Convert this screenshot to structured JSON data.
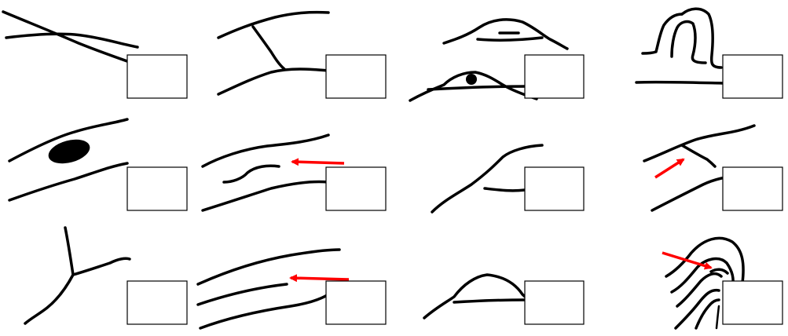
{
  "worksheet": {
    "panel_count": 12,
    "answer_boxes": [
      "",
      "",
      "",
      "",
      "",
      "",
      "",
      "",
      "",
      "",
      "",
      ""
    ],
    "colors": {
      "line": "#000000",
      "arrow": "#ff0000",
      "box_border": "#000000",
      "background": "#ffffff"
    },
    "panels": [
      {
        "icon": "crossing-lines-sketch"
      },
      {
        "icon": "bridged-parallel-lines-sketch"
      },
      {
        "icon": "eye-mounds-sketch"
      },
      {
        "icon": "arch-loop-sketch"
      },
      {
        "icon": "band-with-dark-oval-sketch"
      },
      {
        "icon": "band-with-inner-line-and-arrow-sketch"
      },
      {
        "icon": "branching-line-sketch"
      },
      {
        "icon": "band-with-notch-and-arrow-sketch"
      },
      {
        "icon": "y-junction-sketch"
      },
      {
        "icon": "parallel-lines-with-arrow-sketch"
      },
      {
        "icon": "dome-mound-sketch"
      },
      {
        "icon": "nested-arch-with-arrow-sketch"
      }
    ]
  }
}
